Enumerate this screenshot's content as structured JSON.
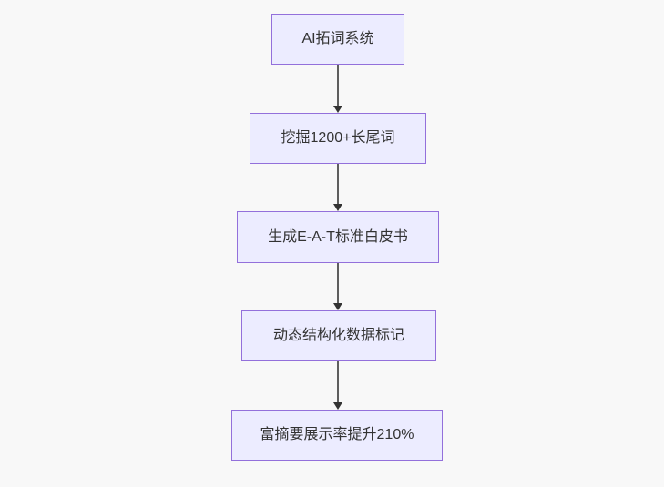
{
  "diagram": {
    "type": "flowchart",
    "direction": "top-down",
    "colors": {
      "background": "#f8f8f8",
      "node_fill": "#ECECFF",
      "node_border": "#9370DB",
      "node_text": "#333333",
      "edge_line": "#5e5e5e",
      "edge_arrowhead": "#333333"
    },
    "nodes": [
      {
        "label": "AI拓词系统"
      },
      {
        "label": "挖掘1200+长尾词"
      },
      {
        "label": "生成E-A-T标准白皮书"
      },
      {
        "label": "动态结构化数据标记"
      },
      {
        "label": "富摘要展示率提升210%"
      }
    ],
    "edges": [
      {
        "from": 0,
        "to": 1,
        "style": "arrow-down"
      },
      {
        "from": 1,
        "to": 2,
        "style": "arrow-down"
      },
      {
        "from": 2,
        "to": 3,
        "style": "arrow-down"
      },
      {
        "from": 3,
        "to": 4,
        "style": "arrow-down"
      }
    ]
  }
}
